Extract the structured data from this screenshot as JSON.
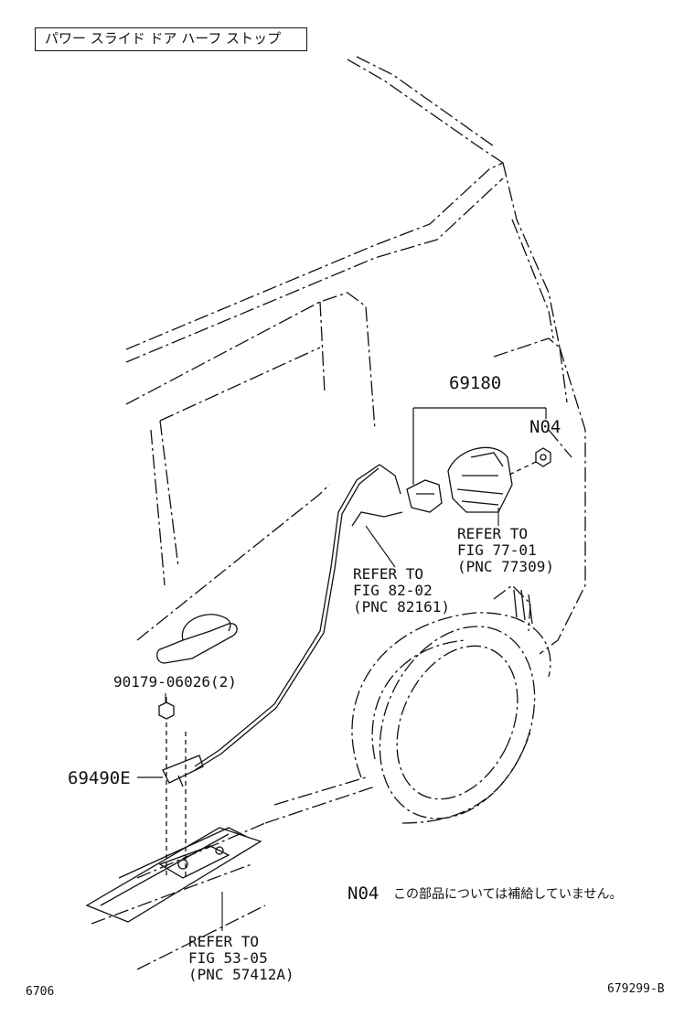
{
  "title": "パワー スライド ドア ハーフ ストップ",
  "parts": {
    "p69180": "69180",
    "n04": "N04",
    "p90179": "90179-06026(2)",
    "p69490e": "69490E"
  },
  "refs": {
    "fig77": {
      "line1": "REFER TO",
      "line2": "FIG 77-01",
      "line3": "(PNC 77309)"
    },
    "fig82": {
      "line1": "REFER TO",
      "line2": "FIG 82-02",
      "line3": "(PNC 82161)"
    },
    "fig53": {
      "line1": "REFER TO",
      "line2": "FIG 53-05",
      "line3": "(PNC 57412A)"
    }
  },
  "note": {
    "code": "N04",
    "text": "この部品については補給していません。"
  },
  "footer": {
    "page": "6706",
    "drawing_no": "679299-B"
  }
}
